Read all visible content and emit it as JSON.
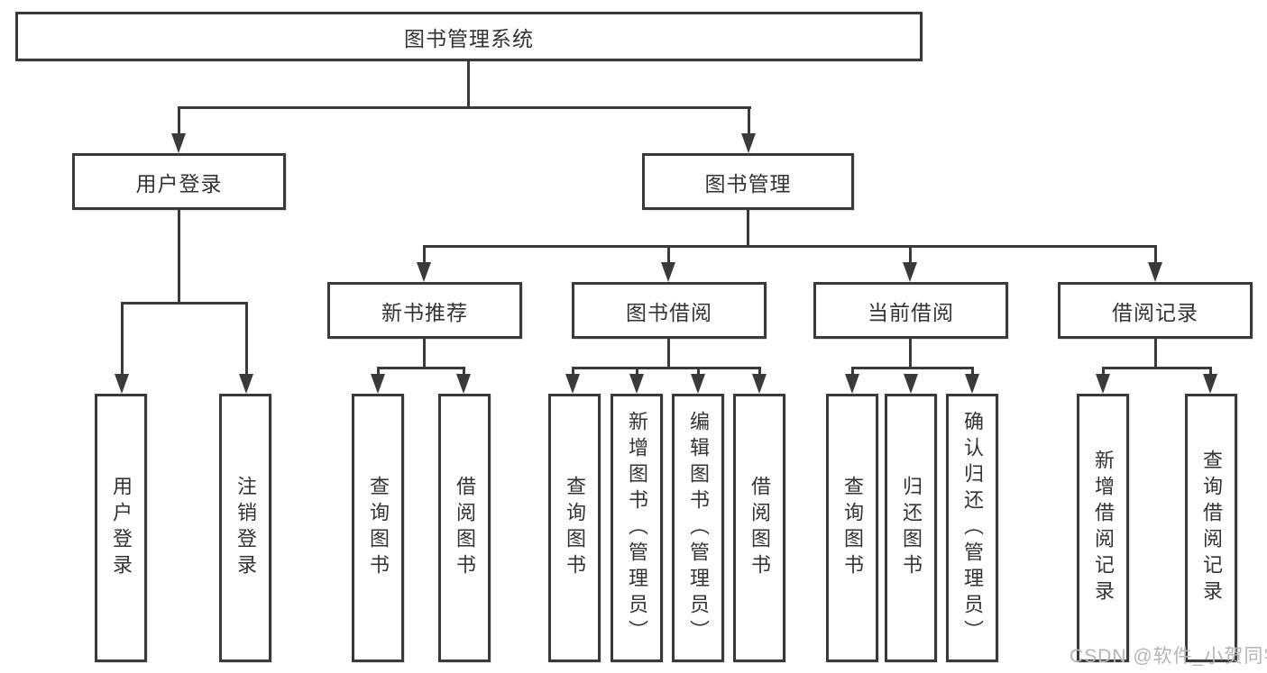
{
  "diagram": {
    "title": "图书管理系统",
    "level2": {
      "user_login": "用户登录",
      "book_mgmt": "图书管理"
    },
    "level3": {
      "new_books": "新书推荐",
      "borrowing": "图书借阅",
      "current": "当前借阅",
      "records": "借阅记录"
    },
    "leaves": {
      "user_login_login": "用户登录",
      "user_login_logout": "注销登录",
      "new_books_query": "查询图书",
      "new_books_borrow": "借阅图书",
      "borrowing_query": "查询图书",
      "borrowing_add": "新增图书（管理员）",
      "borrowing_edit": "编辑图书（管理员）",
      "borrowing_borrow": "借阅图书",
      "current_query": "查询图书",
      "current_return": "归还图书",
      "current_confirm": "确认归还（管理员）",
      "records_add": "新增借阅记录",
      "records_query": "查询借阅记录"
    }
  },
  "watermark": "CSDN @软件_小贺同学",
  "colors": {
    "line": "#3a3a3a",
    "text": "#333333",
    "watermark": "#b5b5b5",
    "background": "#ffffff"
  }
}
